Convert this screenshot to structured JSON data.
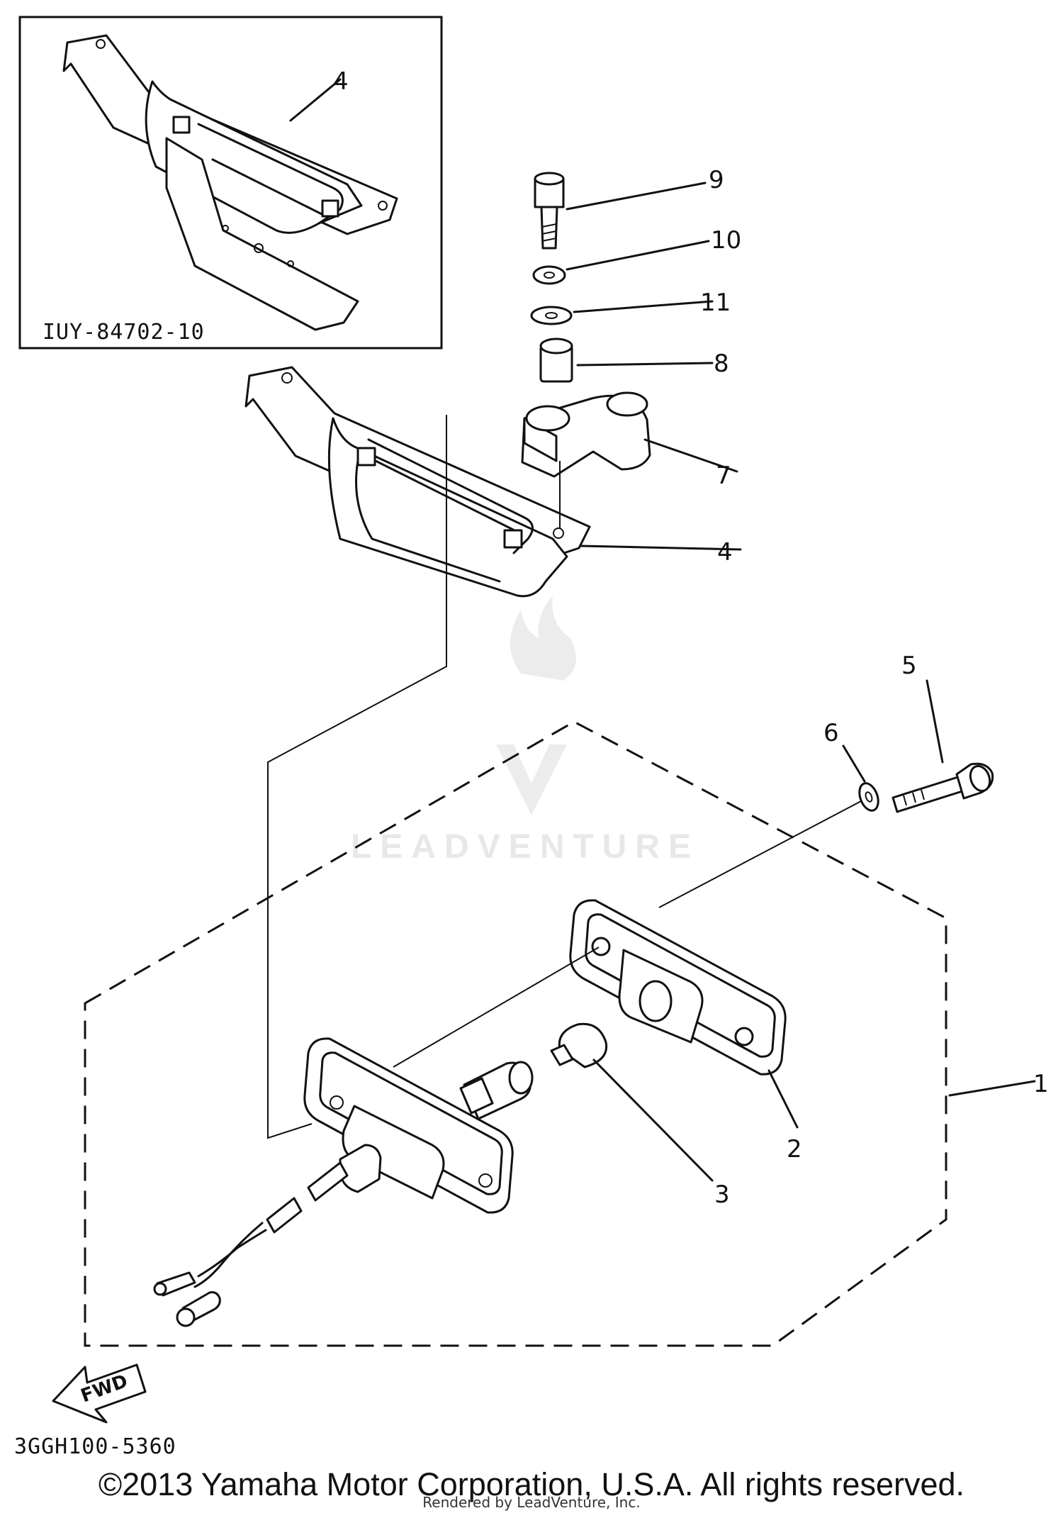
{
  "inset": {
    "part_number": "IUY-84702-10"
  },
  "callouts": {
    "c1": "1",
    "c2": "2",
    "c3": "3",
    "c4a": "4",
    "c4b": "4",
    "c5": "5",
    "c6": "6",
    "c7": "7",
    "c8": "8",
    "c9": "9",
    "c10": "10",
    "c11": "11"
  },
  "fwd_label": "FWD",
  "diagram_code": "3GGH100-5360",
  "watermark": "LEADVENTURE",
  "copyright": "©2013 Yamaha Motor Corporation, U.S.A. All rights reserved.",
  "rendered_by": "Rendered by LeadVenture, Inc."
}
